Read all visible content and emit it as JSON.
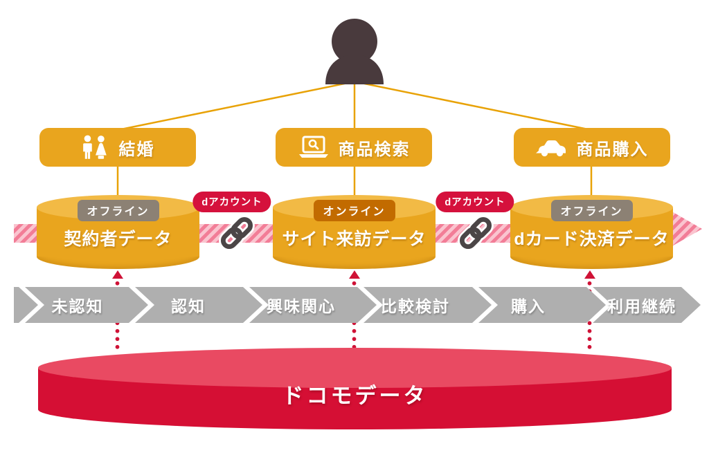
{
  "persona": {
    "icon": "person-icon"
  },
  "touchpoints": [
    {
      "label": "結婚",
      "icon": "wedding-couple-icon"
    },
    {
      "label": "商品検索",
      "icon": "laptop-search-icon"
    },
    {
      "label": "商品購入",
      "icon": "car-icon"
    }
  ],
  "datastores": [
    {
      "badge": "オフライン",
      "badge_type": "offline",
      "label": "契約者データ"
    },
    {
      "badge": "オンライン",
      "badge_type": "online",
      "label": "サイト来訪データ"
    },
    {
      "badge": "オフライン",
      "badge_type": "offline",
      "label": "dカード決済データ"
    }
  ],
  "connectors": [
    {
      "label": "dアカウント",
      "icon": "chain-link-icon"
    },
    {
      "label": "dアカウント",
      "icon": "chain-link-icon"
    }
  ],
  "funnel": {
    "steps": [
      "未認知",
      "認知",
      "興味関心",
      "比較検討",
      "購入",
      "利用継続"
    ]
  },
  "base": {
    "label": "ドコモデータ"
  },
  "colors": {
    "orange": "#E9A51E",
    "orange_light": "#F2BA45",
    "line_orange": "#E8A206",
    "docomo_red": "#D50F34",
    "red_light": "#E94A62",
    "badge_red": "#D5113C",
    "badge_gray": "#8C8174",
    "badge_orange": "#C26B00",
    "chevron_gray": "#AFAFAF",
    "pink_stripe_light": "#FAC4CF",
    "pink_stripe_dark": "#F27D97",
    "person_dark": "#493A3D",
    "link_dark": "#4B4546"
  }
}
